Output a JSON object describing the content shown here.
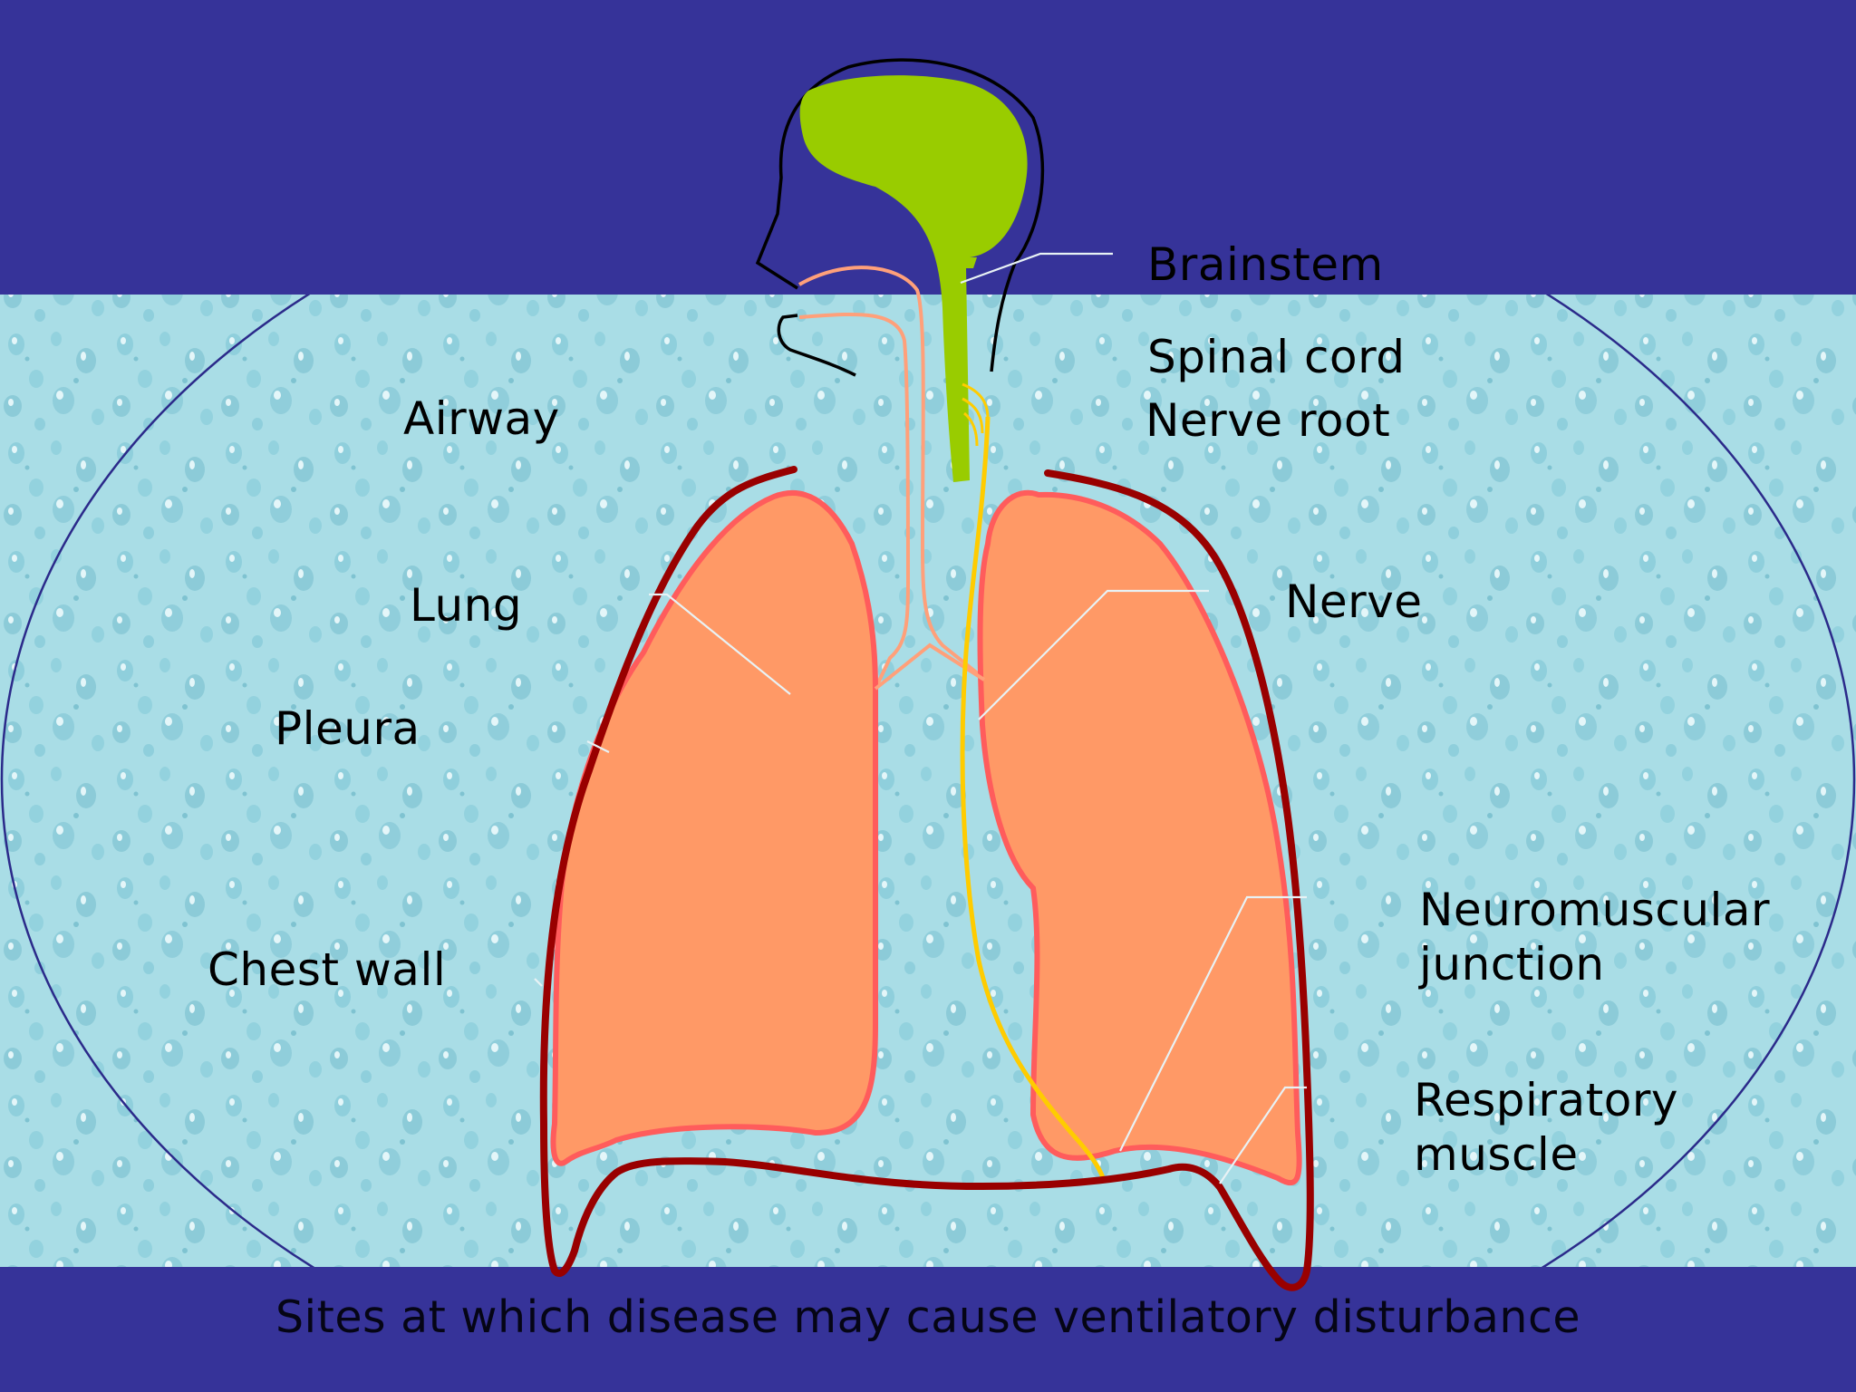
{
  "labels": {
    "brainstem": "Brainstem",
    "spinal_cord": "Spinal cord",
    "nerve_root": "Nerve root",
    "airway": "Airway",
    "lung": "Lung",
    "nerve": "Nerve",
    "pleura": "Pleura",
    "neuromuscular_junction_line1": "Neuromuscular",
    "neuromuscular_junction_line2": "junction",
    "chest_wall": "Chest wall",
    "respiratory_muscle_line1": "Respiratory",
    "respiratory_muscle_line2": "muscle"
  },
  "caption": "Sites at which disease may cause ventilatory disturbance",
  "colors": {
    "band": "#363399",
    "panel": "#a9dde6",
    "brain": "#99cc00",
    "lung_fill": "#ff9966",
    "lung_outline": "#ff5c5c",
    "chest_wall": "#990000",
    "nerve": "#ffcc00",
    "airway": "#ffa07a",
    "leader_line": "#e8f2f5",
    "ellipse": "#2b2a8a"
  }
}
